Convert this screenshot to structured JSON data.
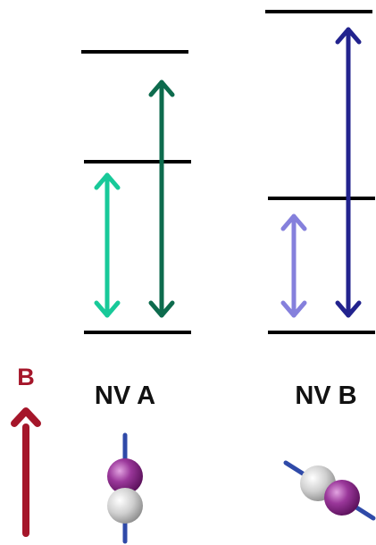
{
  "labels": {
    "field": "B",
    "nv_a": "NV A",
    "nv_b": "NV B"
  },
  "colors": {
    "level_line": "#000000",
    "field_arrow": "#a5162a",
    "nv_a_lower_transition": "#18c999",
    "nv_a_upper_transition": "#0d6b4d",
    "nv_b_lower_transition": "#8580dc",
    "nv_b_upper_transition": "#22238e",
    "spin_axis": "#2f4aa8",
    "nitrogen_atom": "#8b2a8a",
    "vacancy": "#c4c4c4"
  }
}
